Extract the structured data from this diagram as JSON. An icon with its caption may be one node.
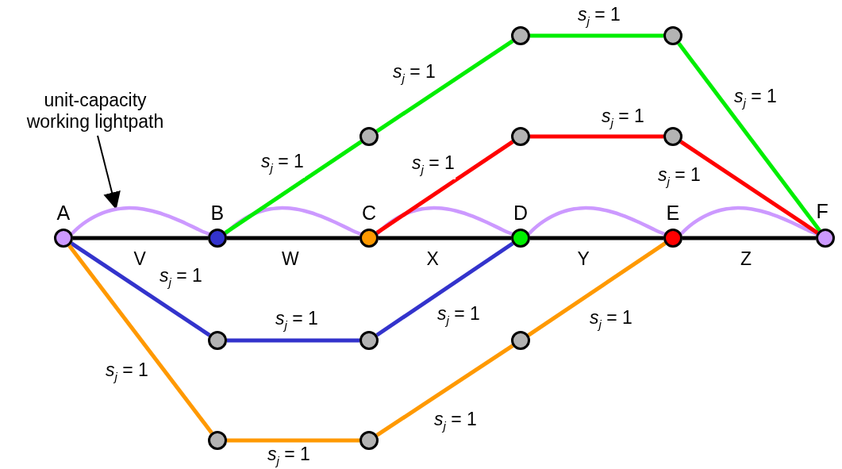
{
  "diagram": {
    "nodes": [
      {
        "text": [
          "A"
        ]
      },
      {
        "text": [
          "B"
        ]
      },
      {
        "text": [
          "C"
        ]
      },
      {
        "text": [
          "D"
        ]
      },
      {
        "text": [
          "E"
        ]
      },
      {
        "text": [
          "F"
        ]
      },
      {
        "text": [],
        "shape": "circle"
      },
      {
        "text": [],
        "shape": "circle"
      },
      {
        "text": [],
        "shape": "circle"
      },
      {
        "text": [],
        "shape": "circle"
      },
      {
        "text": [],
        "shape": "circle"
      },
      {
        "text": [],
        "shape": "circle"
      },
      {
        "text": [],
        "shape": "circle"
      },
      {
        "text": [],
        "shape": "circle"
      },
      {
        "text": [],
        "shape": "circle"
      },
      {
        "text": [],
        "shape": "circle"
      },
      {
        "text": [
          "unit-capacity working lightpath"
        ]
      }
    ],
    "edges": [
      {
        "from": 0,
        "to": 1,
        "arrow": "none",
        "label": "V"
      },
      {
        "from": 1,
        "to": 2,
        "arrow": "none",
        "label": "W"
      },
      {
        "from": 2,
        "to": 3,
        "arrow": "none",
        "label": "X"
      },
      {
        "from": 3,
        "to": 4,
        "arrow": "none",
        "label": "Y"
      },
      {
        "from": 4,
        "to": 5,
        "arrow": "none",
        "label": "Z"
      },
      {
        "from": 0,
        "to": 1,
        "arrow": "none",
        "color": "#cc99ff"
      },
      {
        "from": 1,
        "to": 2,
        "arrow": "none",
        "color": "#cc99ff"
      },
      {
        "from": 2,
        "to": 3,
        "arrow": "none",
        "color": "#cc99ff"
      },
      {
        "from": 3,
        "to": 4,
        "arrow": "none",
        "color": "#cc99ff"
      },
      {
        "from": 4,
        "to": 5,
        "arrow": "none",
        "color": "#cc99ff"
      },
      {
        "from": 1,
        "to": 6,
        "arrow": "none",
        "label": "*s*$_{j}$ = 1",
        "color": "#00ee00"
      },
      {
        "from": 6,
        "to": 7,
        "arrow": "none",
        "label": "*s*$_{j}$ = 1",
        "color": "#00ee00"
      },
      {
        "from": 7,
        "to": 8,
        "arrow": "none",
        "label": "*s*$_{j}$ = 1",
        "color": "#00ee00"
      },
      {
        "from": 8,
        "to": 5,
        "arrow": "none",
        "label": "*s*$_{j}$ = 1",
        "color": "#00ee00"
      },
      {
        "from": 2,
        "to": 9,
        "arrow": "none",
        "label": "*s*$_{j}$ = 1",
        "color": "#ff0000"
      },
      {
        "from": 9,
        "to": 10,
        "arrow": "none",
        "label": "*s*$_{j}$ = 1",
        "color": "#ff0000"
      },
      {
        "from": 10,
        "to": 5,
        "arrow": "none",
        "label": "*s*$_{j}$ = 1",
        "color": "#ff0000"
      },
      {
        "from": 0,
        "to": 11,
        "arrow": "none",
        "label": "*s*$_{j}$ = 1",
        "color": "#3333cc"
      },
      {
        "from": 11,
        "to": 12,
        "arrow": "none",
        "label": "*s*$_{j}$ = 1",
        "color": "#3333cc"
      },
      {
        "from": 12,
        "to": 3,
        "arrow": "none",
        "label": "*s*$_{j}$ = 1",
        "color": "#3333cc"
      },
      {
        "from": 0,
        "to": 14,
        "arrow": "none",
        "label": "*s*$_{j}$ = 1",
        "color": "#ff9900"
      },
      {
        "from": 14,
        "to": 15,
        "arrow": "none",
        "label": "*s*$_{j}$ = 1",
        "color": "#ff9900"
      },
      {
        "from": 15,
        "to": 13,
        "arrow": "none",
        "label": "*s*$_{j}$ = 1",
        "color": "#ff9900"
      },
      {
        "from": 13,
        "to": 4,
        "arrow": "none",
        "label": "*s*$_{j}$ = 1",
        "color": "#ff9900"
      },
      {
        "from": 16,
        "to": null,
        "arrow": "to"
      }
    ]
  }
}
